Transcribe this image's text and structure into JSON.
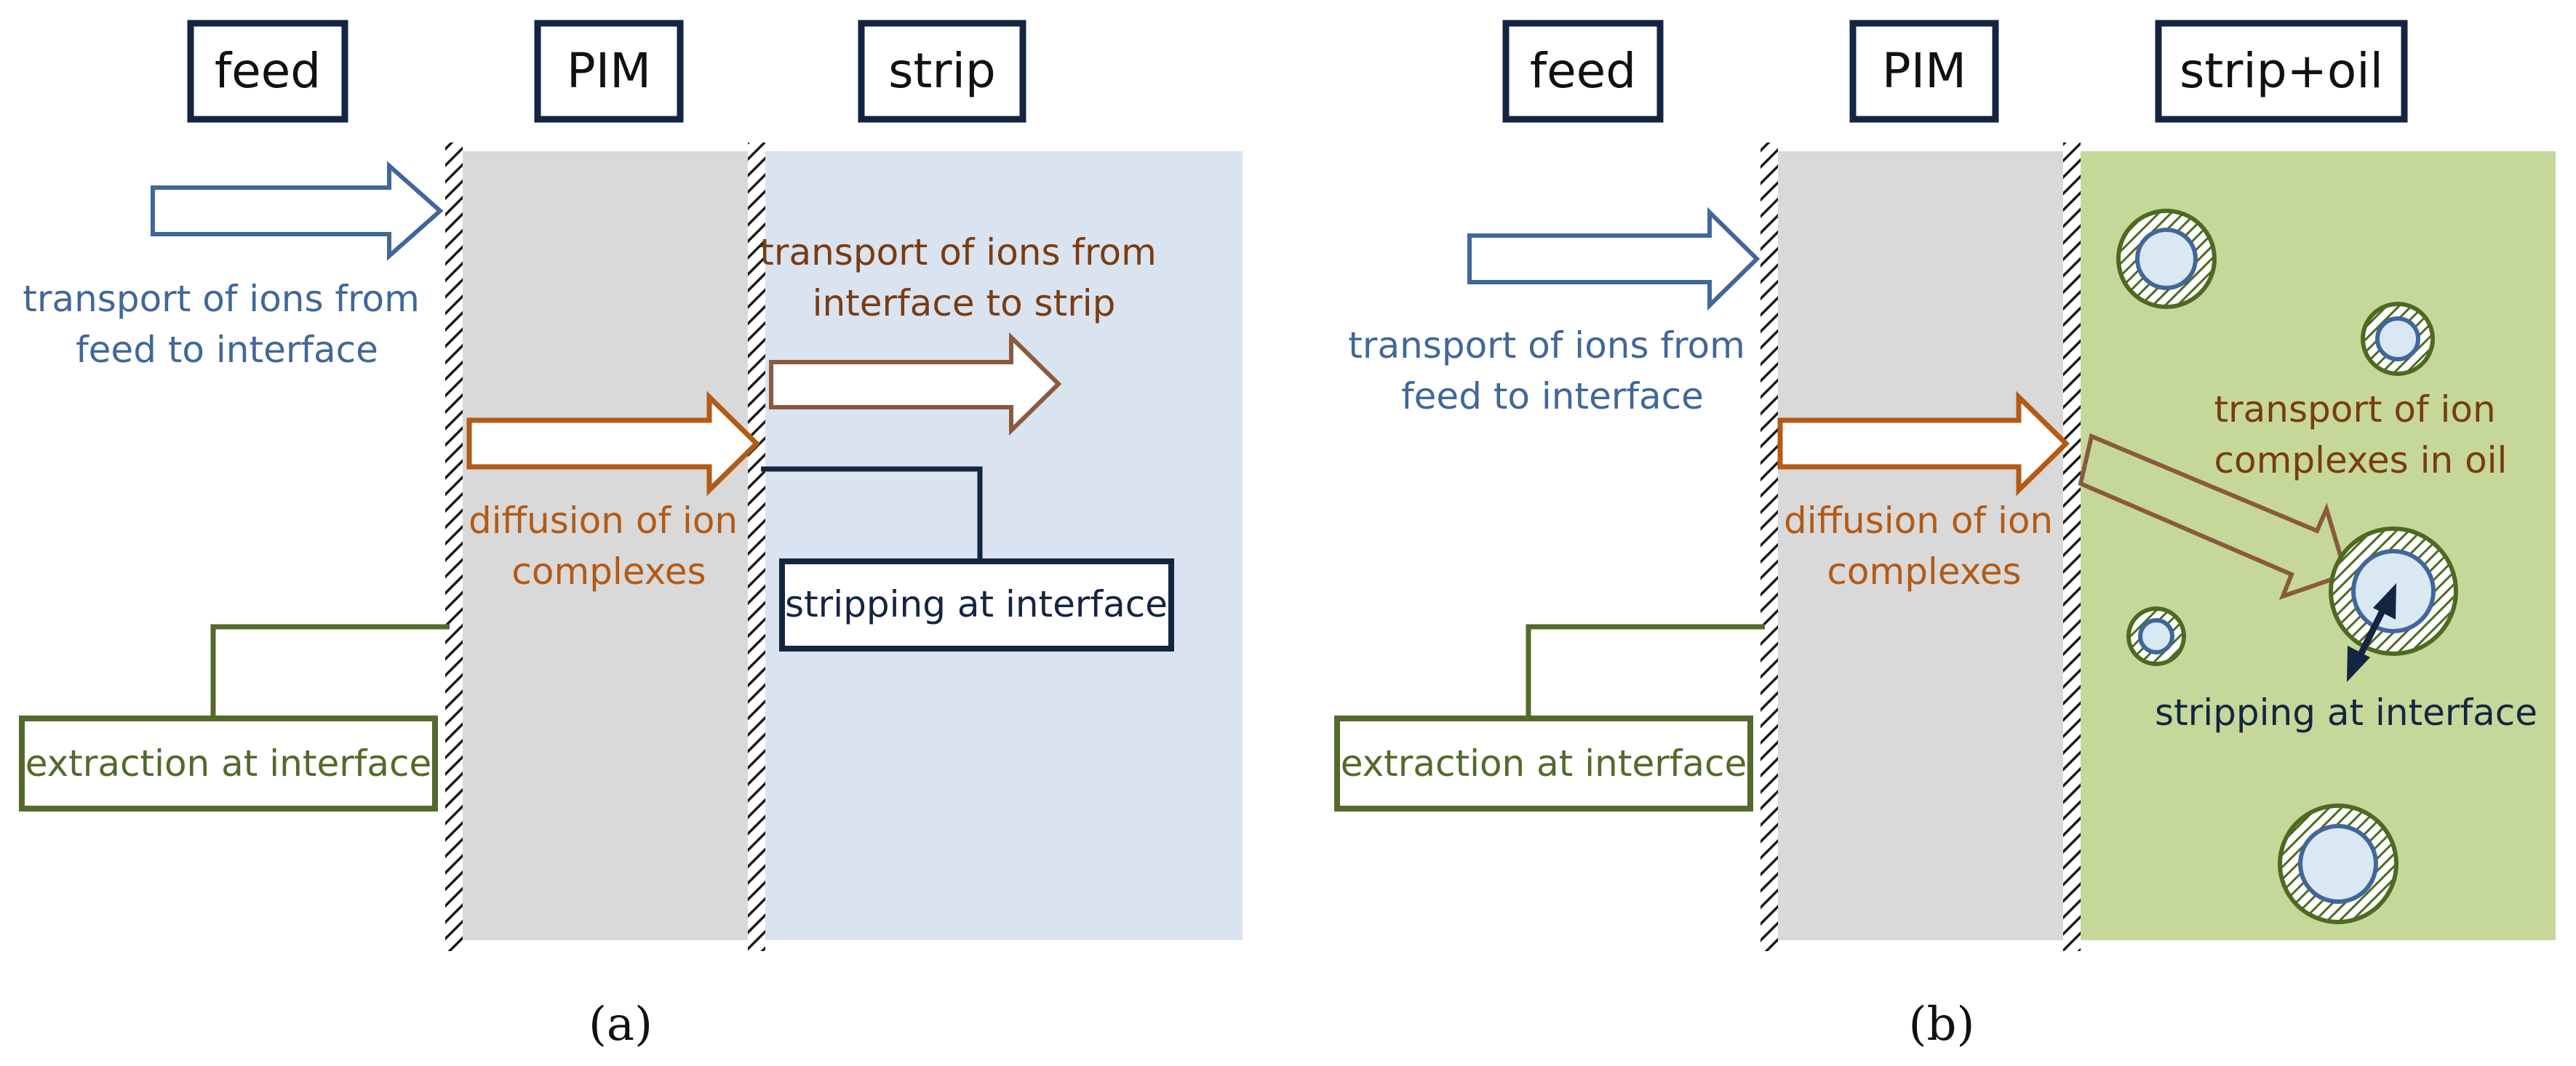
{
  "panel_a": {
    "caption": "(a)",
    "headers": {
      "feed": "feed",
      "membrane": "PIM",
      "strip": "strip"
    },
    "feed_transport": [
      "transport of ions from",
      "feed to interface"
    ],
    "strip_transport": [
      "transport of ions from",
      "interface to strip"
    ],
    "diffusion": [
      "diffusion of ion",
      "complexes"
    ],
    "stripping": "stripping at interface",
    "extraction": "extraction at interface"
  },
  "panel_b": {
    "caption": "(b)",
    "headers": {
      "feed": "feed",
      "membrane": "PIM",
      "strip": "strip+oil"
    },
    "feed_transport": [
      "transport of ions from",
      "feed to interface"
    ],
    "oil_transport": [
      "transport of ion",
      "complexes in oil"
    ],
    "diffusion": [
      "diffusion of ion",
      "complexes"
    ],
    "stripping": "stripping at interface",
    "extraction": "extraction at interface"
  },
  "colors": {
    "membrane": "#d9d9d9",
    "strip_phase": "#dae3f0",
    "strip_oil_phase": "#c5d89a",
    "feed_blue": "#41679a",
    "diffusion_orange": "#b45a14",
    "strip_brown": "#8b5a3c",
    "label_brown": "#7a3c10",
    "navy": "#142541",
    "extraction_green": "#526a2a",
    "oil_ring": "#4e6a22",
    "droplet_fill": "#dae8f3"
  }
}
